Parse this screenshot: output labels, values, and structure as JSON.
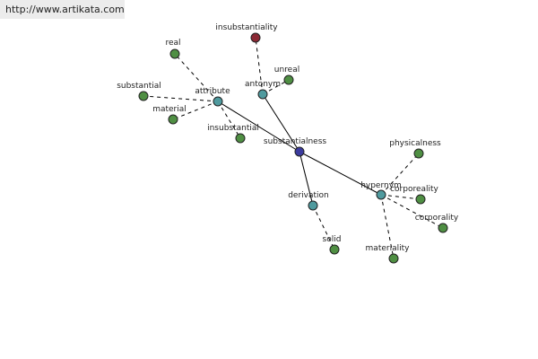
{
  "watermark": "http://www.artikata.com",
  "colors": {
    "center": "#3b3b9e",
    "relation": "#4f9a9e",
    "word": "#4f8f43",
    "antonym_word": "#8c2a35"
  },
  "nodes": [
    {
      "id": "substantialness",
      "label": "substantialness",
      "kind": "center"
    },
    {
      "id": "attribute",
      "label": "attribute",
      "kind": "relation"
    },
    {
      "id": "antonym",
      "label": "antonym",
      "kind": "relation"
    },
    {
      "id": "derivation",
      "label": "derivation",
      "kind": "relation"
    },
    {
      "id": "hypernym",
      "label": "hypernym",
      "kind": "relation"
    },
    {
      "id": "real",
      "label": "real",
      "kind": "word"
    },
    {
      "id": "substantial",
      "label": "substantial",
      "kind": "word"
    },
    {
      "id": "material",
      "label": "material",
      "kind": "word"
    },
    {
      "id": "insubstantial",
      "label": "insubstantial",
      "kind": "word"
    },
    {
      "id": "insubstantiality",
      "label": "insubstantiality",
      "kind": "antonym_word"
    },
    {
      "id": "unreal",
      "label": "unreal",
      "kind": "word"
    },
    {
      "id": "solid",
      "label": "solid",
      "kind": "word"
    },
    {
      "id": "physicalness",
      "label": "physicalness",
      "kind": "word"
    },
    {
      "id": "corporeality",
      "label": "corporeality",
      "kind": "word"
    },
    {
      "id": "corporality",
      "label": "corporality",
      "kind": "word"
    },
    {
      "id": "materiality",
      "label": "materiality",
      "kind": "word"
    }
  ],
  "edges": [
    {
      "from": "substantialness",
      "to": "attribute",
      "style": "solid"
    },
    {
      "from": "substantialness",
      "to": "antonym",
      "style": "solid"
    },
    {
      "from": "substantialness",
      "to": "derivation",
      "style": "solid"
    },
    {
      "from": "substantialness",
      "to": "hypernym",
      "style": "solid"
    },
    {
      "from": "attribute",
      "to": "real",
      "style": "dashed"
    },
    {
      "from": "attribute",
      "to": "substantial",
      "style": "dashed"
    },
    {
      "from": "attribute",
      "to": "material",
      "style": "dashed"
    },
    {
      "from": "attribute",
      "to": "insubstantial",
      "style": "dashed"
    },
    {
      "from": "antonym",
      "to": "insubstantiality",
      "style": "dashed"
    },
    {
      "from": "antonym",
      "to": "unreal",
      "style": "dashed"
    },
    {
      "from": "derivation",
      "to": "solid",
      "style": "dashed"
    },
    {
      "from": "hypernym",
      "to": "physicalness",
      "style": "dashed"
    },
    {
      "from": "hypernym",
      "to": "corporeality",
      "style": "dashed"
    },
    {
      "from": "hypernym",
      "to": "corporality",
      "style": "dashed"
    },
    {
      "from": "hypernym",
      "to": "materiality",
      "style": "dashed"
    }
  ]
}
